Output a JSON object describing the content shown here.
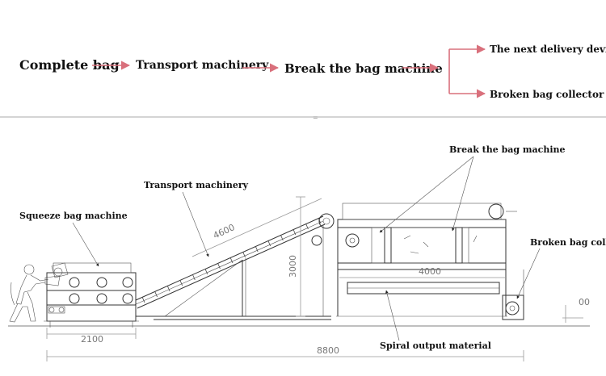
{
  "flow": {
    "step1": "Complete bag",
    "step2": "Transport machinery",
    "step3": "Break the bag machine",
    "out_top": "The next delivery device",
    "out_bottom": "Broken bag collector",
    "arrow_color": "#d9707c"
  },
  "drawing": {
    "squeeze_label": "Squeeze bag machine",
    "transport_label": "Transport machinery",
    "break_label": "Break the bag machine",
    "collector_label": "Broken bag collector",
    "spiral_label": "Spiral output material",
    "dims": {
      "conveyor_length": "4600",
      "height": "3000",
      "drum_length": "4000",
      "squeeze_width": "2100",
      "total_length": "8800",
      "right_marker": "00"
    }
  }
}
